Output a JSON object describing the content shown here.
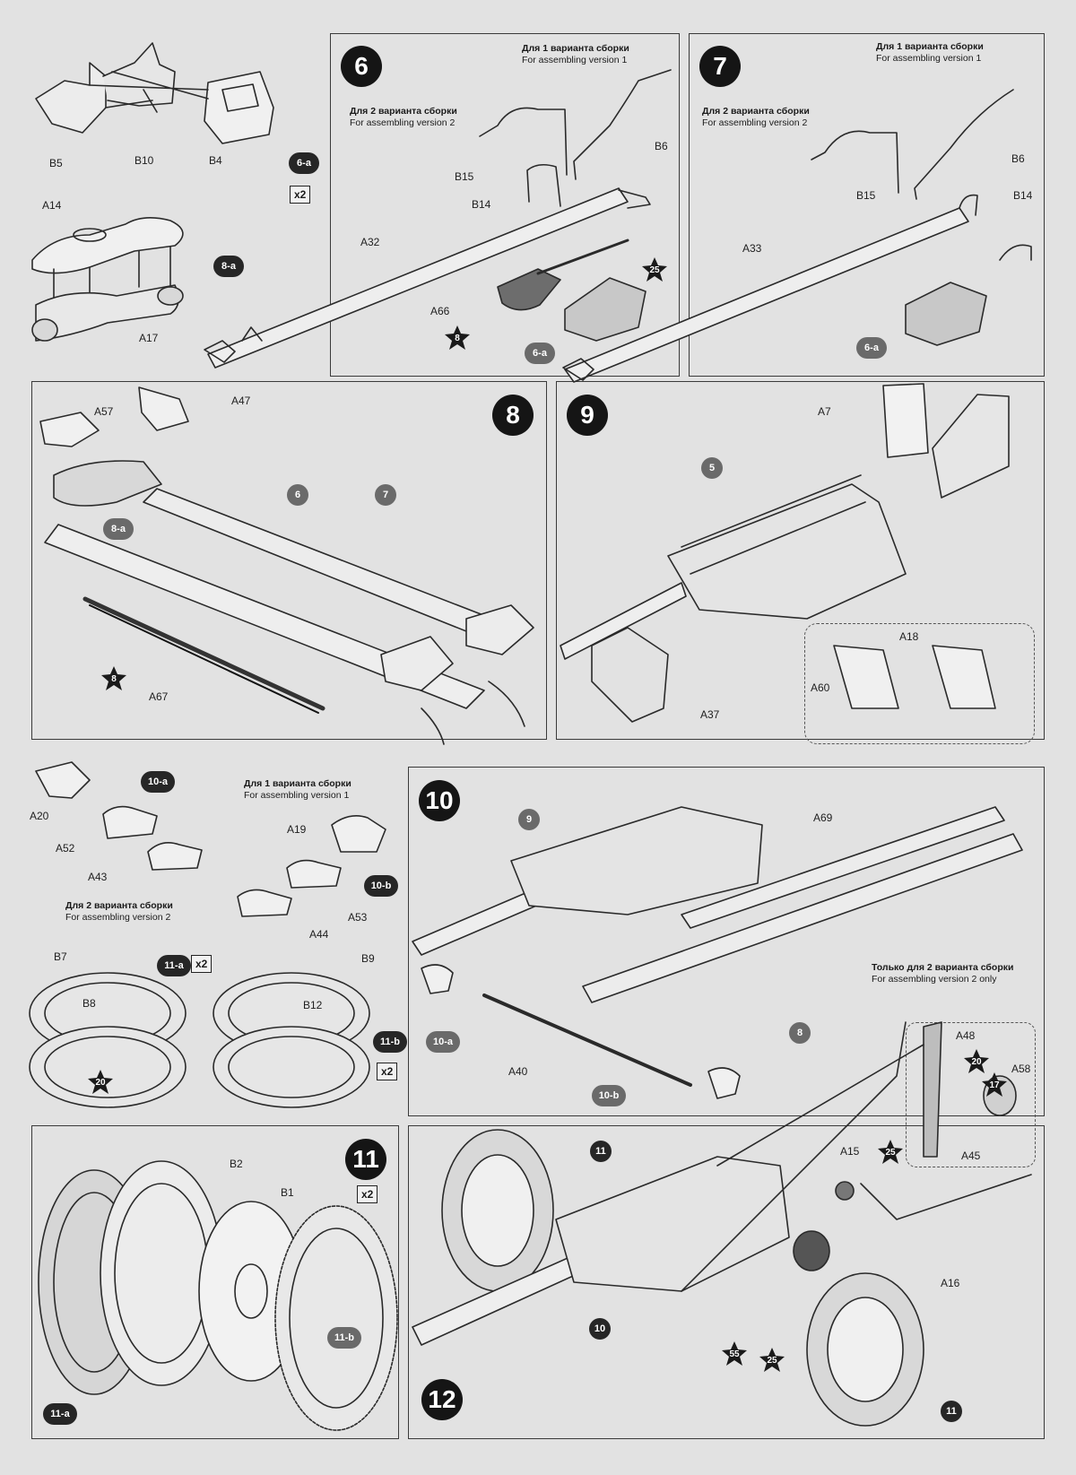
{
  "labels": {
    "b5": "B5",
    "b10": "B10",
    "b4": "B4",
    "a14": "A14",
    "a17": "A17",
    "a32": "A32",
    "a66": "A66",
    "b15": "B15",
    "b14": "B14",
    "b6": "B6",
    "a33": "A33",
    "b15_7": "B15",
    "b14_7": "B14",
    "b6_7": "B6",
    "a57": "A57",
    "a47": "A47",
    "a67": "A67",
    "a7": "A7",
    "a18": "A18",
    "a60": "A60",
    "a37": "A37",
    "a20": "A20",
    "a52": "A52",
    "a43": "A43",
    "a19": "A19",
    "a53": "A53",
    "a44": "A44",
    "a69": "A69",
    "a40": "A40",
    "a48": "A48",
    "a58": "A58",
    "a45": "A45",
    "b7": "B7",
    "b8": "B8",
    "b9": "B9",
    "b12": "B12",
    "b2": "B2",
    "b1": "B1",
    "a15": "A15",
    "a16": "A16"
  },
  "steps": {
    "s6": "6",
    "s7": "7",
    "s8": "8",
    "s9": "9",
    "s10": "10",
    "s11": "11",
    "s12": "12"
  },
  "discs": {
    "d6a_top": "6-a",
    "d8a_top": "8-a",
    "d6a_s6": "6-a",
    "d6a_s7": "6-a",
    "d6_s8": "6",
    "d7_s8": "7",
    "d8a_s8": "8-a",
    "d5_s9": "5",
    "d10a_top": "10-a",
    "d10b_top": "10-b",
    "d11a_top": "11-a",
    "d11b_top": "11-b",
    "d9_s10": "9",
    "d8_s10": "8",
    "d10a_s10": "10-a",
    "d10b_s10": "10-b",
    "d11b_s11": "11-b",
    "d11a_s11": "11-a",
    "d11_s12a": "11",
    "d10_s12": "10",
    "d11_s12b": "11"
  },
  "stars": {
    "st8_s6": "8",
    "st25_s6": "25",
    "st8_s8": "8",
    "st20_b": "20",
    "st25_s12": "25",
    "st20_s12": "20",
    "st17_s12": "17",
    "st55_s12": "55",
    "st25b_s12": "25"
  },
  "multipliers": {
    "x2_6a": "x2",
    "x2_11a": "x2",
    "x2_11b": "x2",
    "x2_11": "x2"
  },
  "notes": {
    "v1_ru": "Для 1 варианта сборки",
    "v1_en": "For assembling version 1",
    "v2_ru": "Для 2 варианта сборки",
    "v2_en": "For assembling version 2",
    "v2only_ru": "Только для 2 варианта сборки",
    "v2only_en": "For assembling version 2 only"
  }
}
